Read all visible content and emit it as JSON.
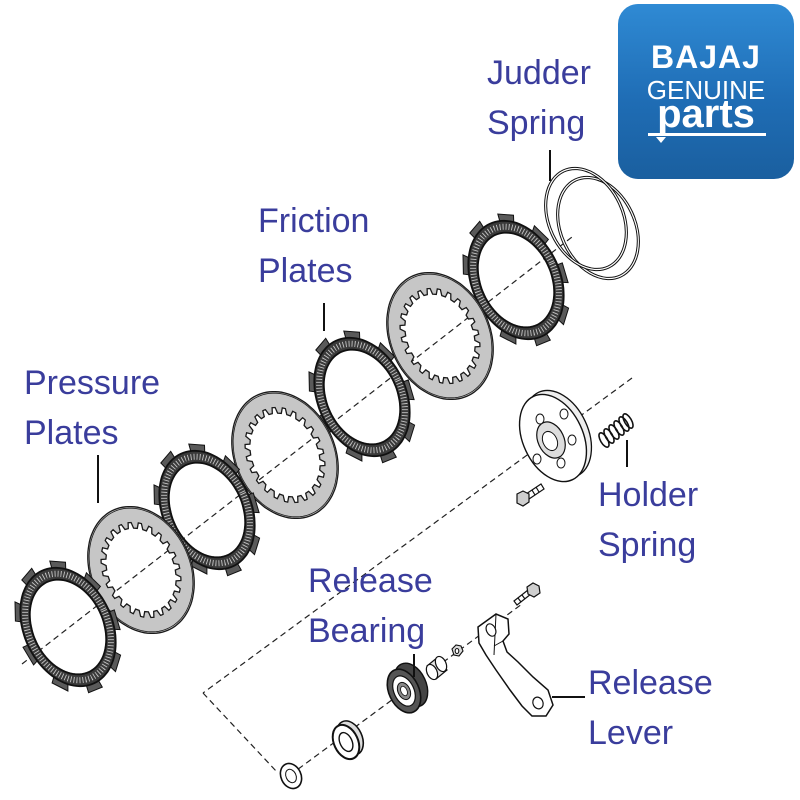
{
  "logo": {
    "brand": "BAJAJ",
    "line2": "GENUINE",
    "line3": "parts"
  },
  "labels": {
    "judder_spring": {
      "line1": "Judder",
      "line2": "Spring"
    },
    "friction_plates": {
      "line1": "Friction",
      "line2": "Plates"
    },
    "pressure_plates": {
      "line1": "Pressure",
      "line2": "Plates"
    },
    "holder_spring": {
      "line1": "Holder",
      "line2": "Spring"
    },
    "release_bearing": {
      "line1": "Release",
      "line2": "Bearing"
    },
    "release_lever": {
      "line1": "Release",
      "line2": "Lever"
    }
  },
  "colors": {
    "label": "#3a3d9c",
    "logo_bg": "#1f6db5",
    "line": "#222222",
    "pressure_plate": "#c6c6c6",
    "friction_band": "#3a3a3a"
  }
}
